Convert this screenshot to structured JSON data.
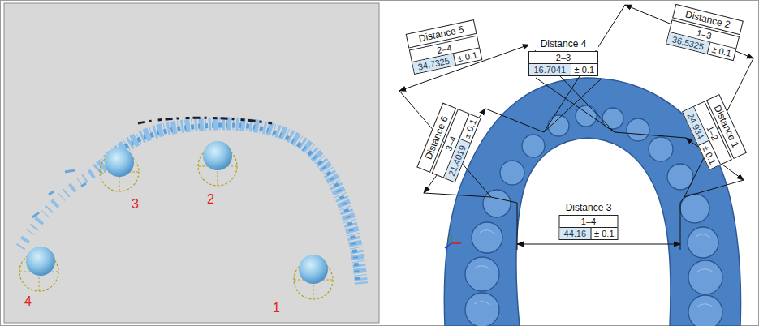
{
  "diagram": {
    "nodes": [
      {
        "text": [
          "Distance 5",
          "2–4",
          "34.7325",
          "± 0.1"
        ]
      },
      {
        "text": [
          "Distance 4",
          "2–3",
          "16.7041",
          "± 0.1"
        ]
      },
      {
        "text": [
          "Distance 2",
          "1–3",
          "36.5325",
          "± 0.1"
        ]
      },
      {
        "text": [
          "Distance 6",
          "3–4",
          "21.4019",
          "± 0.1"
        ]
      },
      {
        "text": [
          "Distance 1",
          "1–2",
          "24.934",
          "± 0.1"
        ]
      },
      {
        "text": [
          "Distance 3",
          "1–4",
          "44.16",
          "± 0.1"
        ]
      }
    ],
    "labels": [
      "3",
      "2",
      "4",
      "1"
    ]
  }
}
